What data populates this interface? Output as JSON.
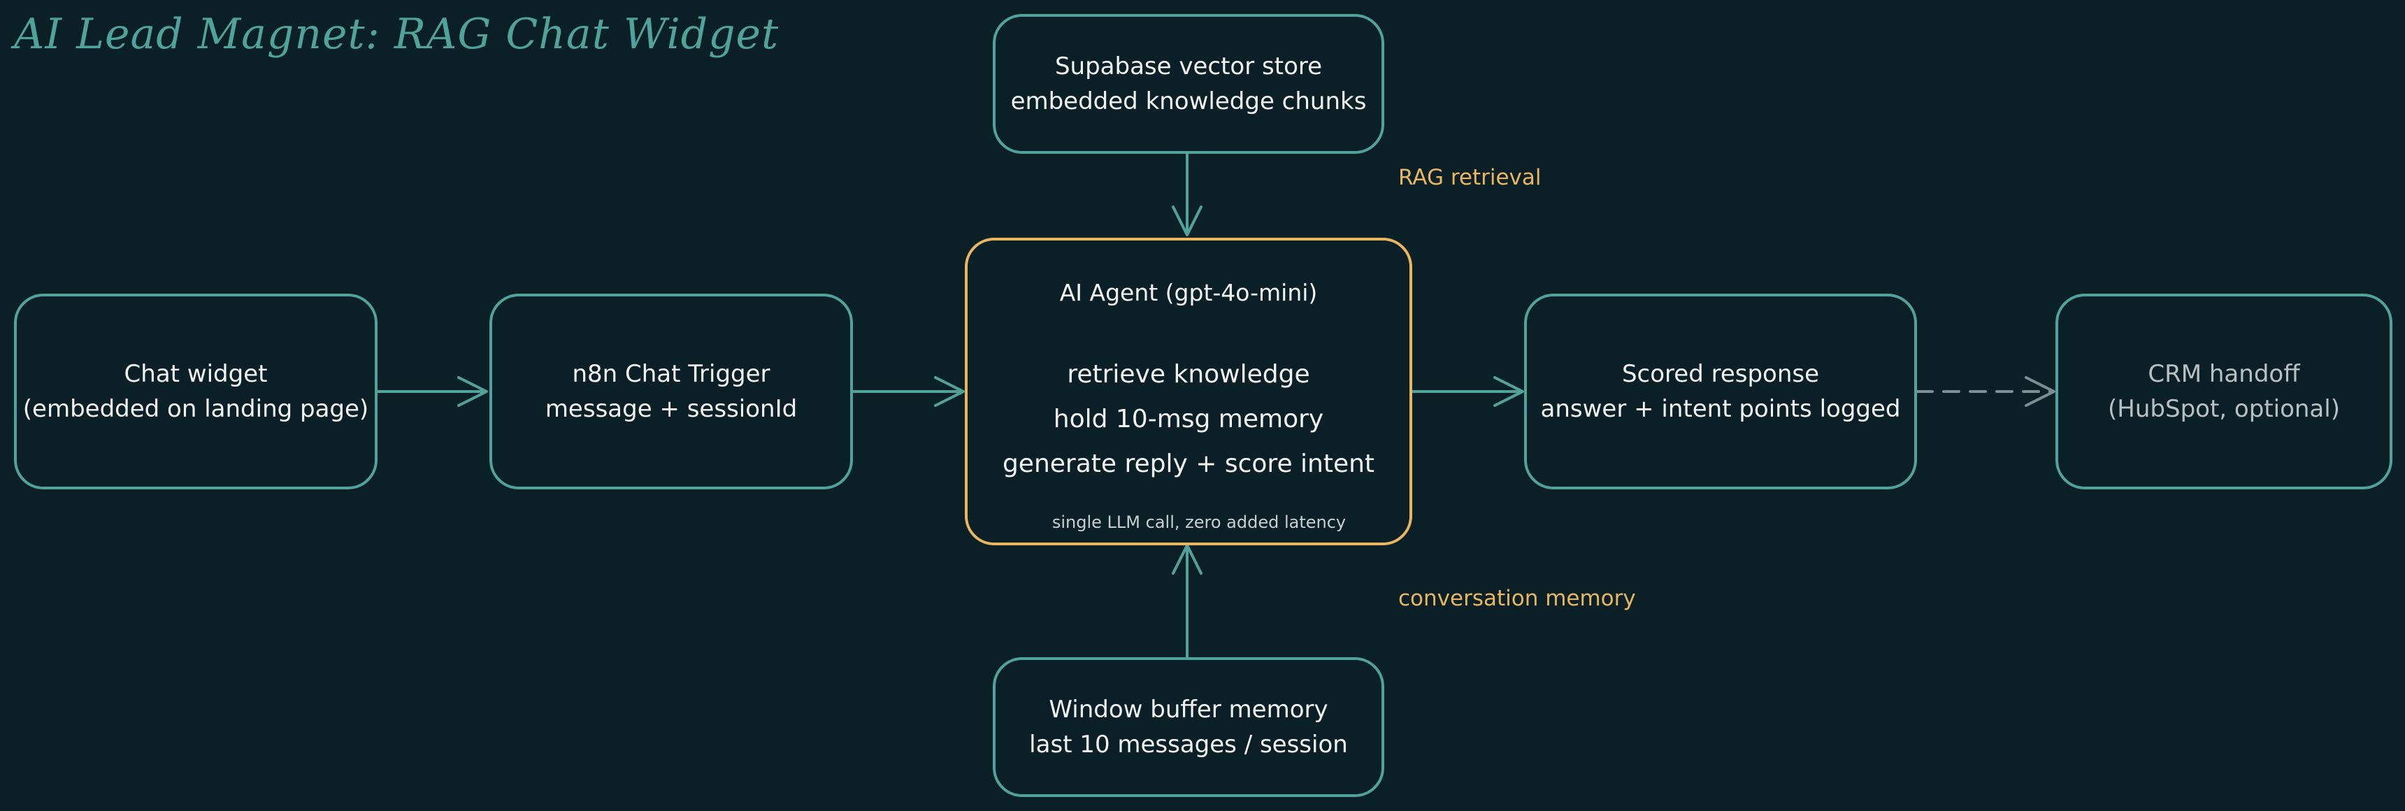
{
  "title": "AI Lead Magnet: RAG Chat Widget",
  "colors": {
    "background": "#0b1f26",
    "node_border": "#4fa39a",
    "agent_border": "#e8b661",
    "label": "#e8b661",
    "text": "#f2f4f3"
  },
  "nodes": {
    "chat_widget": {
      "line1": "Chat widget",
      "line2": "(embedded on landing page)"
    },
    "chat_trigger": {
      "line1": "n8n Chat Trigger",
      "line2": "message + sessionId"
    },
    "vector_store": {
      "line1": "Supabase vector store",
      "line2": "embedded knowledge chunks"
    },
    "agent": {
      "title": "AI Agent (gpt-4o-mini)",
      "lines": [
        "retrieve knowledge",
        "hold 10-msg memory",
        "generate reply + score intent"
      ],
      "note": "single LLM call, zero added latency"
    },
    "memory": {
      "line1": "Window buffer memory",
      "line2": "last 10 messages / session"
    },
    "scored_response": {
      "line1": "Scored response",
      "line2": "answer + intent points logged"
    },
    "crm_handoff": {
      "line1": "CRM handoff",
      "line2": "(HubSpot, optional)"
    }
  },
  "edge_labels": {
    "rag": "RAG retrieval",
    "memory": "conversation memory"
  },
  "edges": [
    {
      "from": "chat_widget",
      "to": "chat_trigger",
      "style": "solid"
    },
    {
      "from": "chat_trigger",
      "to": "agent",
      "style": "solid"
    },
    {
      "from": "vector_store",
      "to": "agent",
      "style": "solid"
    },
    {
      "from": "memory",
      "to": "agent",
      "style": "solid"
    },
    {
      "from": "agent",
      "to": "scored_response",
      "style": "solid"
    },
    {
      "from": "scored_response",
      "to": "crm_handoff",
      "style": "dashed"
    }
  ]
}
